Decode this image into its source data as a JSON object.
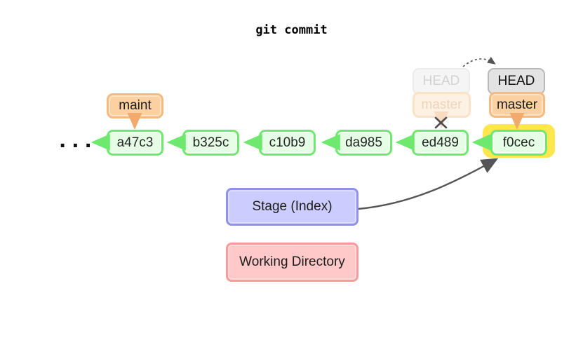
{
  "title": "git commit",
  "ellipsis": "...",
  "commits": [
    "a47c3",
    "b325c",
    "c10b9",
    "da985",
    "ed489",
    "f0cec"
  ],
  "refs": {
    "maint": "maint",
    "head_previous": "HEAD",
    "master_previous": "master",
    "head_current": "HEAD",
    "master_current": "master"
  },
  "panels": {
    "stage": "Stage (Index)",
    "working": "Working Directory"
  },
  "colors": {
    "commit_fill": "#e6fee6",
    "commit_border": "#6fe86f",
    "branch_fill": "#fcd1a2",
    "branch_border": "#f6b97e",
    "head_fill": "#e3e3e3",
    "head_border": "#b8b8b8",
    "faded_head_fill": "#f5f5f5",
    "faded_master_fill": "#fdf1e4",
    "highlight_yellow": "#ffe74d",
    "stage_fill": "#ccccff",
    "stage_border": "#9191ea",
    "working_fill": "#ffc9c9",
    "working_border": "#f59d9d",
    "arrow_dark": "#555555",
    "arrow_orange": "#f2a96c"
  }
}
